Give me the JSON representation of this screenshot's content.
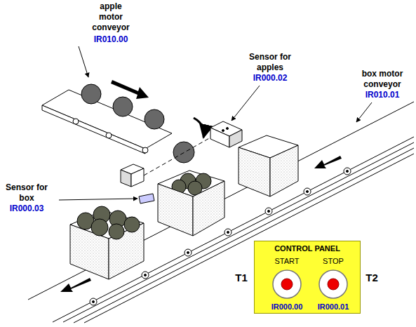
{
  "diagram": {
    "nodes": [
      {
        "text": [
          "CONTROL PANEL"
        ]
      },
      {
        "text": [
          "START",
          "IR000.00"
        ],
        "in": 0
      },
      {
        "text": [
          "STOP",
          "IR000.01"
        ],
        "in": 0
      }
    ],
    "labels": [
      "apple motor conveyor",
      "IR010.00",
      "Sensor for apples",
      "IR000.02",
      "box motor conveyor",
      "IR010.01",
      "Sensor for box",
      "IR000.03",
      "T1",
      "T2"
    ]
  }
}
